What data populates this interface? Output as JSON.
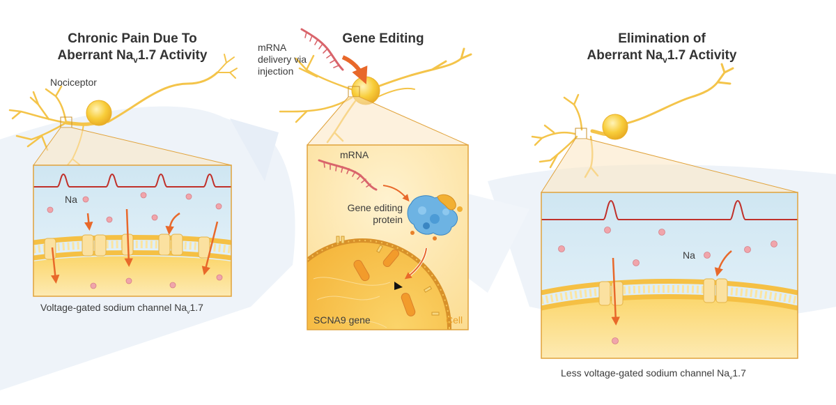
{
  "panels": {
    "left": {
      "title_line1": "Chronic Pain Due To",
      "title_line2_pre": "Aberrant Na",
      "title_line2_sub": "v",
      "title_line2_post": "1.7 Activity",
      "neuron_label": "Nociceptor",
      "ion_label": "Na",
      "caption_pre": "Voltage-gated sodium channel Na",
      "caption_sub": "v",
      "caption_post": "1.7"
    },
    "middle": {
      "title": "Gene Editing",
      "delivery_label_line1": "mRNA",
      "delivery_label_line2": "delivery via",
      "delivery_label_line3": "injection",
      "mrna_label": "mRNA",
      "protein_label_line1": "Gene editing",
      "protein_label_line2": "protein",
      "gene_label": "SCNA9 gene",
      "cell_label": "Cell"
    },
    "right": {
      "title_line1": "Elimination of",
      "title_line2_pre": "Aberrant Na",
      "title_line2_sub": "v",
      "title_line2_post": "1.7 Activity",
      "ion_label": "Na",
      "caption_pre": "Less voltage-gated sodium channel Na",
      "caption_sub": "v",
      "caption_post": "1.7"
    }
  },
  "colors": {
    "neuron": "#f7c73c",
    "soma": "#f8cd3a",
    "frame": "#e0a23a",
    "signal": "#c0302a",
    "arrow": "#e8682a",
    "membrane": "#f5c044",
    "fluid": "#d3eaf4",
    "ion": "#f0a5ab",
    "protein_blue": "#5aa7dc",
    "mrna": "#d9646b",
    "background_band": "#eef3f9"
  }
}
